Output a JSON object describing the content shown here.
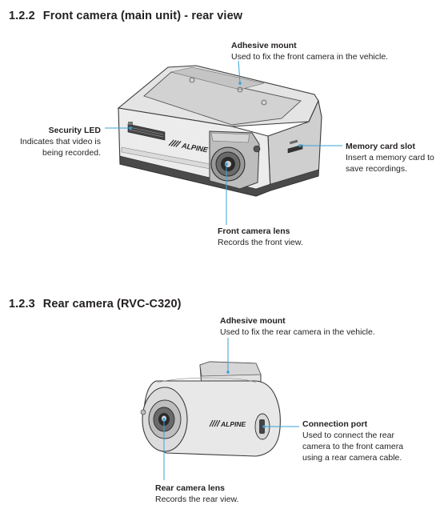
{
  "section1": {
    "number": "1.2.2",
    "title": "Front camera (main unit) - rear view",
    "brand": "ALPINE",
    "callouts": {
      "adhesive_mount": {
        "title": "Adhesive mount",
        "desc": [
          "Used to fix the front camera in the vehicle."
        ]
      },
      "security_led": {
        "title": "Security LED",
        "desc": [
          "Indicates that video is",
          "being recorded."
        ]
      },
      "memory_card_slot": {
        "title": "Memory card slot",
        "desc": [
          "Insert a memory card to",
          "save recordings."
        ]
      },
      "front_camera_lens": {
        "title": "Front camera lens",
        "desc": [
          "Records the front view."
        ]
      }
    }
  },
  "section2": {
    "number": "1.2.3",
    "title": "Rear camera (RVC-C320)",
    "brand": "ALPINE",
    "callouts": {
      "adhesive_mount": {
        "title": "Adhesive mount",
        "desc": [
          "Used to fix the rear camera in the vehicle."
        ]
      },
      "connection_port": {
        "title": "Connection port",
        "desc": [
          "Used to connect the rear",
          "camera to the front camera",
          "using a rear camera cable."
        ]
      },
      "rear_camera_lens": {
        "title": "Rear camera lens",
        "desc": [
          "Records the rear view."
        ]
      }
    }
  },
  "colors": {
    "callout_line": "#3aa0d8",
    "text": "#231f20"
  }
}
